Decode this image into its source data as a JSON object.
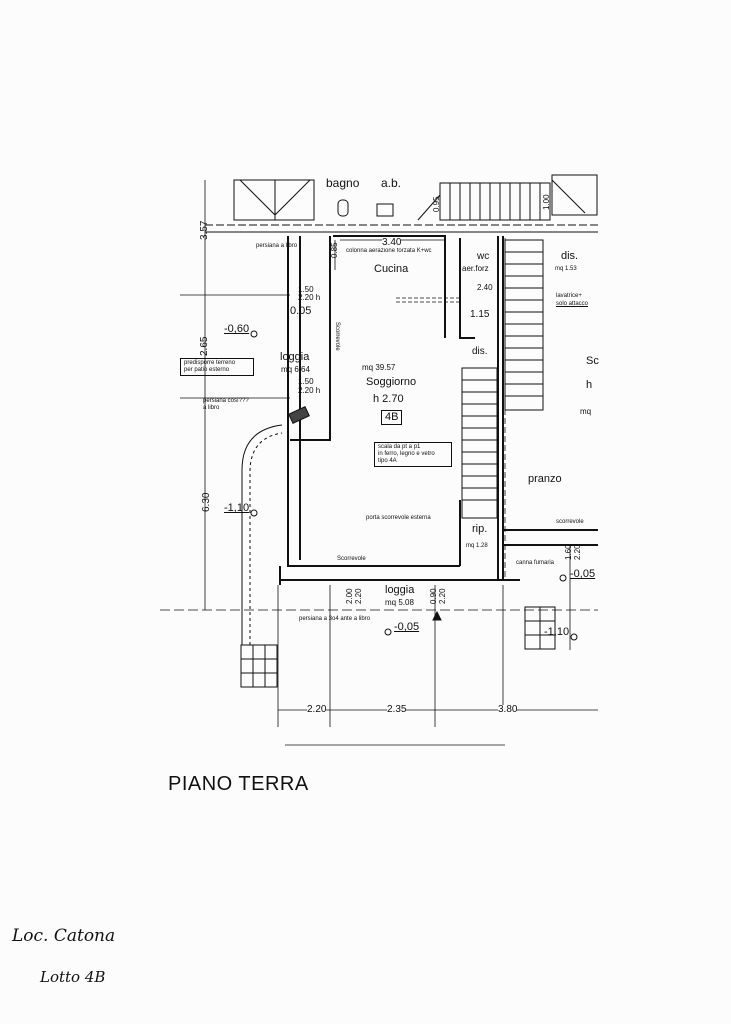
{
  "title": "PIANO TERRA",
  "handwritten": {
    "location": "Loc. Catona",
    "lot": "Lotto 4B"
  },
  "rooms": {
    "bagno": "bagno",
    "ab": "a.b.",
    "cucina": "Cucina",
    "wc": "wc",
    "wc_note": "aer.forz",
    "dis_top": "dis.",
    "dis_top_area": "mq 1.53",
    "dis_mid": "dis.",
    "loggia_left": "loggia",
    "loggia_left_area": "mq 6.64",
    "soggiorno_area": "mq 39.57",
    "soggiorno": "Soggiorno",
    "soggiorno_height": "h 2.70",
    "unit": "4B",
    "right_room_partial": "Sc",
    "right_h_partial": "h",
    "right_mq_partial": "mq",
    "pranzo": "pranzo",
    "rip": "rip.",
    "rip_area": "mq 1.28",
    "loggia_bottom": "loggia",
    "loggia_bottom_area": "mq 5.08"
  },
  "notes": {
    "colonna": "colonna aerazione forzata K+wc",
    "persiana_libro": "persiana a libro",
    "lavatrice_1": "lavatrice+",
    "lavatrice_2": "solo attacco",
    "predisporre_1": "predisporre terreno",
    "predisporre_2": "per patio esterno",
    "persiana_cosi_1": "persiana così???",
    "persiana_cosi_2": "a libro",
    "scala_1": "scala da pt a p1",
    "scala_2": "in ferro, legno e vetro",
    "scala_3": "tipo 4A",
    "porta_scorrevole": "porta scorrevole esterna",
    "scorrevole_right": "scorrevole",
    "scorrevole_bottom": "Scorrevole",
    "scorrevole_vertical": "Scorrevole",
    "canna_fumaria": "canna fumaria",
    "persiana_3o4": "persiana a 3o4 ante a libro"
  },
  "dimensions": {
    "d095": "0.95",
    "d100": "1.00",
    "d357": "3.57",
    "d340": "3.40",
    "d085": "0.85",
    "d240": "2.40",
    "d115": "1.15",
    "d150a": "1.50",
    "d220a": "2.20 h",
    "d005a": "0.05",
    "d265": "2.65",
    "d150b": "1.50",
    "d220b": "2.20 h",
    "d630": "6.30",
    "d160": "1.60",
    "d220c": "2.20",
    "d200": "2.00",
    "d220d": "2.20",
    "d090": "0.90",
    "d220e": "2.20",
    "d220f": "2.20",
    "d235": "2.35",
    "d380": "3.80"
  },
  "levels": {
    "l1": "-0,60",
    "l2": "-1,10",
    "l3": "-0,05",
    "l4": "-0,05",
    "l5": "-1,10"
  }
}
